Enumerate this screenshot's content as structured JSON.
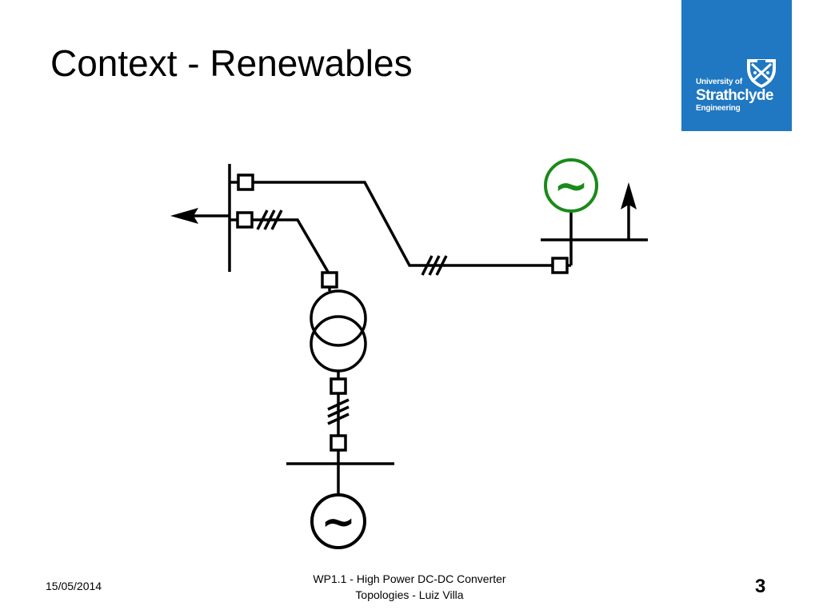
{
  "slide": {
    "title": "Context - Renewables"
  },
  "logo": {
    "line1": "University of",
    "line2": "Strathclyde",
    "line3": "Engineering",
    "background_color": "#1f78c1"
  },
  "diagram": {
    "symbols": {
      "generator_glyph": "~",
      "green_generator_color": "#1a8a1a",
      "black_generator_color": "#000000"
    }
  },
  "footer": {
    "date": "15/05/2014",
    "center_line1": "WP1.1 - High Power DC-DC Converter",
    "center_line2": "Topologies - Luiz Villa",
    "page_number": "3"
  }
}
